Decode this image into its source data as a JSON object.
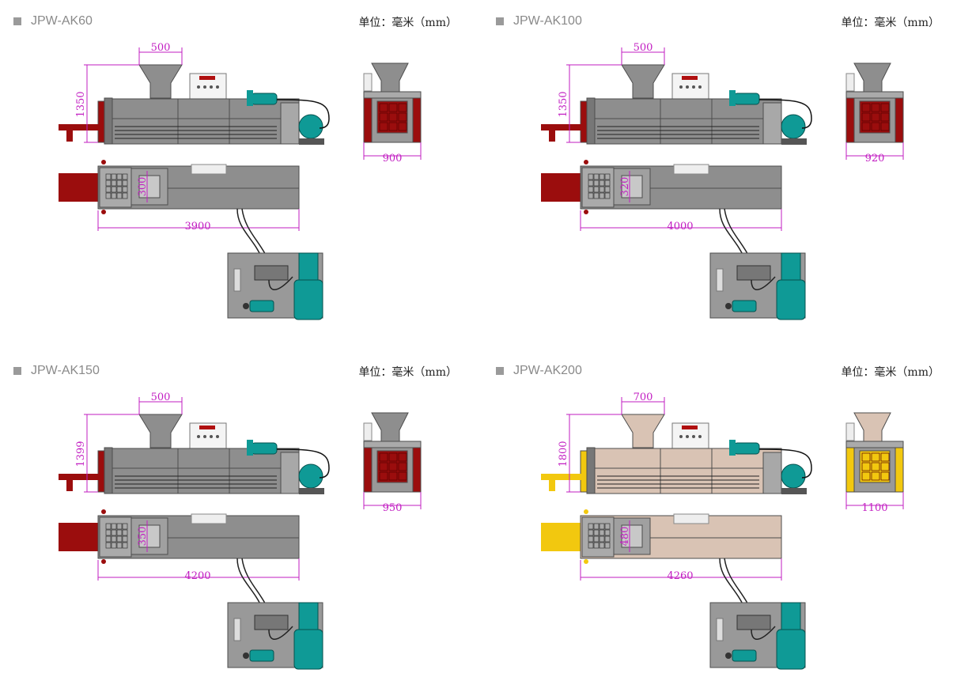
{
  "panels": [
    {
      "model": "JPW-AK60",
      "unit_label": "单位：毫米（mm）",
      "dims": {
        "hopper": "500",
        "height": "1350",
        "end_width": "900",
        "opening": "300",
        "length": "3900"
      },
      "colors": {
        "body": "#8e8e8e",
        "hopper": "#8e8e8e",
        "accent": "#9b0d0d"
      }
    },
    {
      "model": "JPW-AK100",
      "unit_label": "单位：毫米（mm）",
      "dims": {
        "hopper": "500",
        "height": "1350",
        "end_width": "920",
        "opening": "320",
        "length": "4000"
      },
      "colors": {
        "body": "#8e8e8e",
        "hopper": "#8e8e8e",
        "accent": "#9b0d0d"
      }
    },
    {
      "model": "JPW-AK150",
      "unit_label": "单位：毫米（mm）",
      "dims": {
        "hopper": "500",
        "height": "1399",
        "end_width": "950",
        "opening": "350",
        "length": "4200"
      },
      "colors": {
        "body": "#8e8e8e",
        "hopper": "#8e8e8e",
        "accent": "#9b0d0d"
      }
    },
    {
      "model": "JPW-AK200",
      "unit_label": "单位：毫米（mm）",
      "dims": {
        "hopper": "700",
        "height": "1800",
        "end_width": "1100",
        "opening": "480",
        "length": "4260"
      },
      "colors": {
        "body": "#d9c3b4",
        "hopper": "#d9c3b4",
        "accent": "#f2c80f"
      }
    }
  ],
  "motor_color": "#0f9a96",
  "dimension_color": "#c21ec2"
}
